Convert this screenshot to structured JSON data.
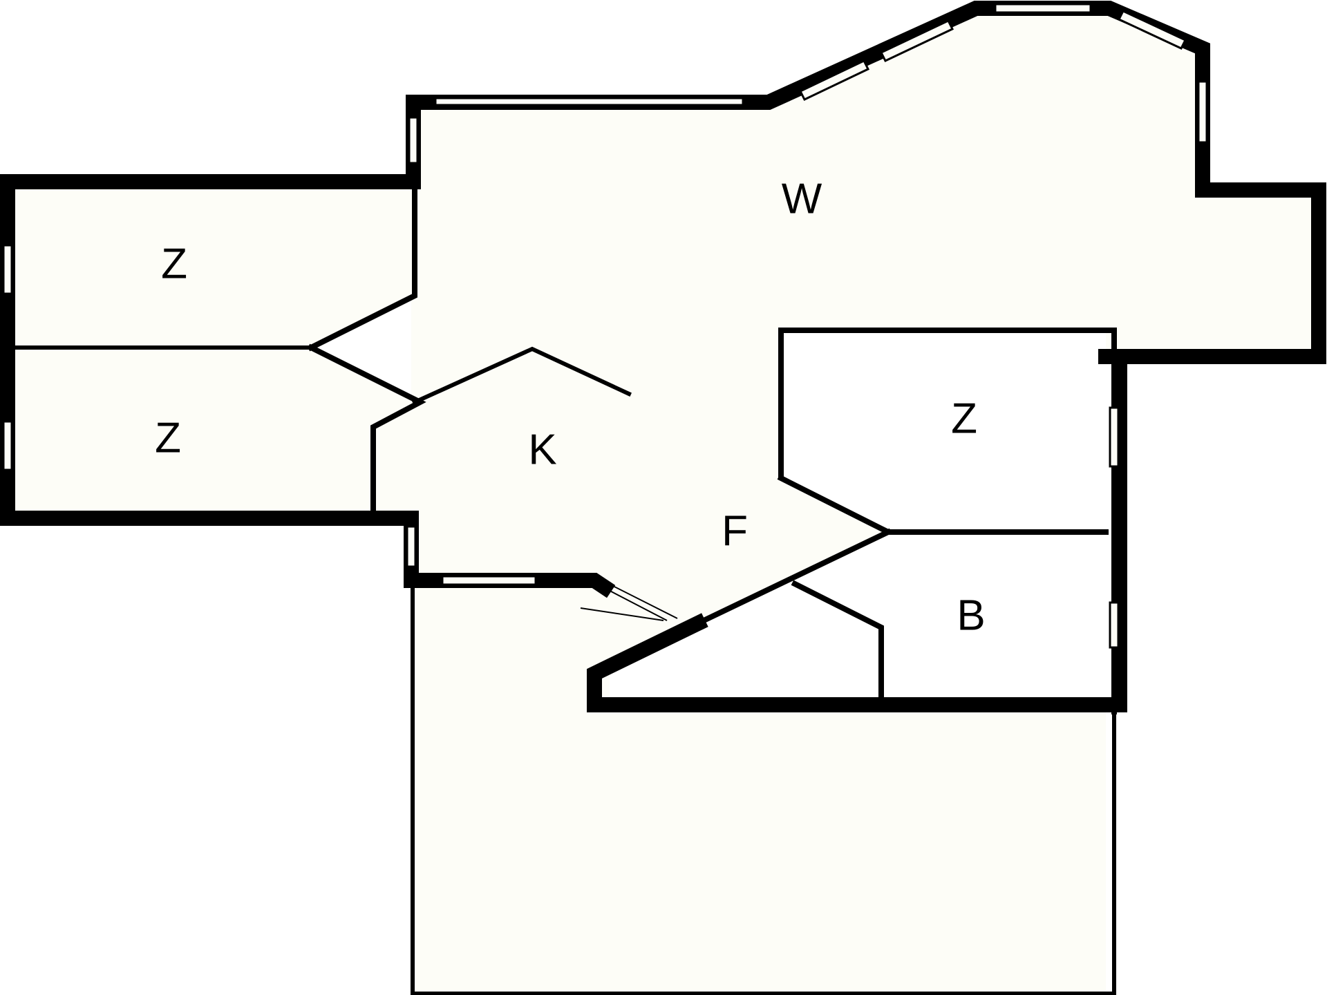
{
  "rooms": {
    "living": "W",
    "room_top_left": "Z",
    "room_mid_left": "Z",
    "kitchen": "K",
    "hall": "F",
    "room_right": "Z",
    "bath": "B"
  },
  "colors": {
    "floor": "#fdfdf7",
    "wall": "#000000"
  }
}
